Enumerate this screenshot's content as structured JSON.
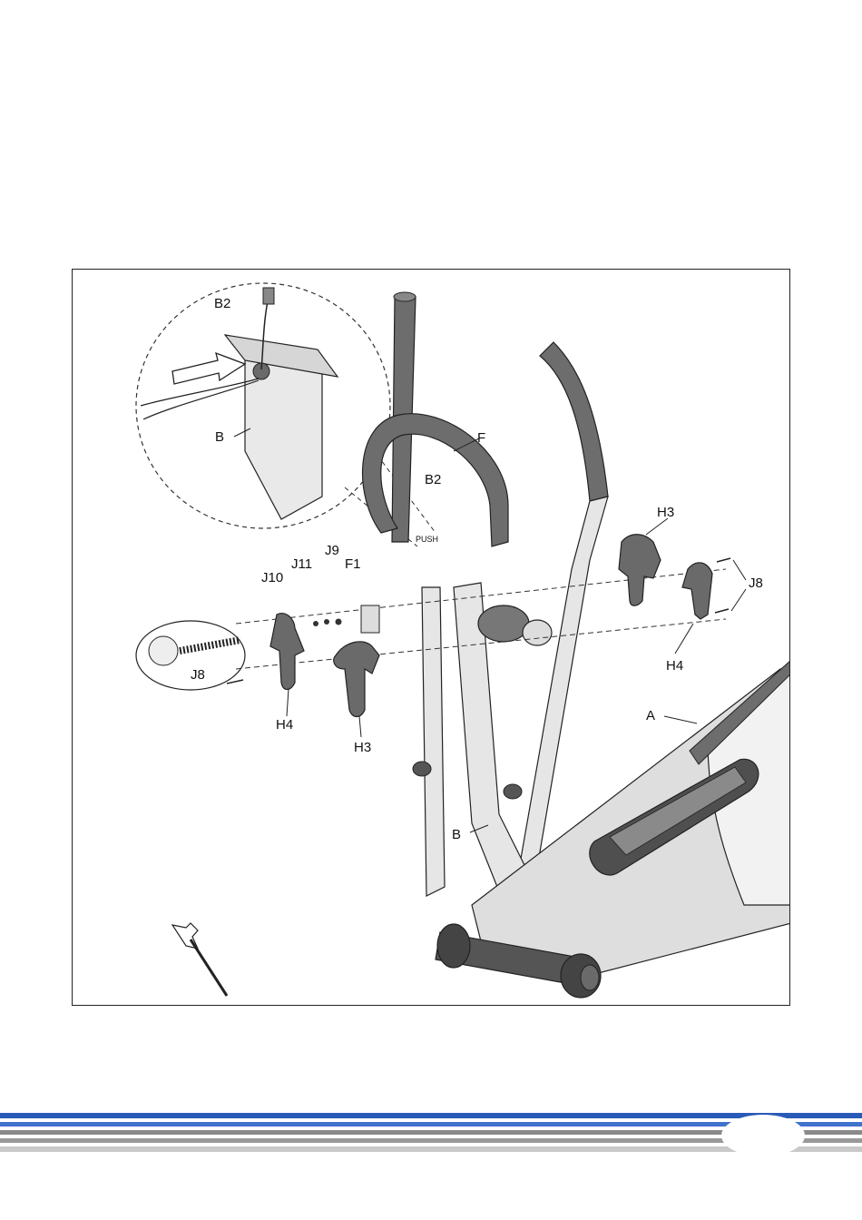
{
  "figure": {
    "labels": {
      "b2_top": "B2",
      "b_detail": "B",
      "f": "F",
      "b2_mid": "B2",
      "push": "PUSH",
      "h3_right": "H3",
      "j8_right": "J8",
      "h4_right": "H4",
      "j10": "J10",
      "j11": "J11",
      "j9": "J9",
      "f1": "F1",
      "j8_detail": "J8",
      "h4_left": "H4",
      "h3_left": "H3",
      "a": "A",
      "b_main": "B"
    }
  },
  "footer": {
    "colors": {
      "blue": "#2a5ab8",
      "gray": "#8a8a8a",
      "light": "#c9c9c9"
    }
  }
}
